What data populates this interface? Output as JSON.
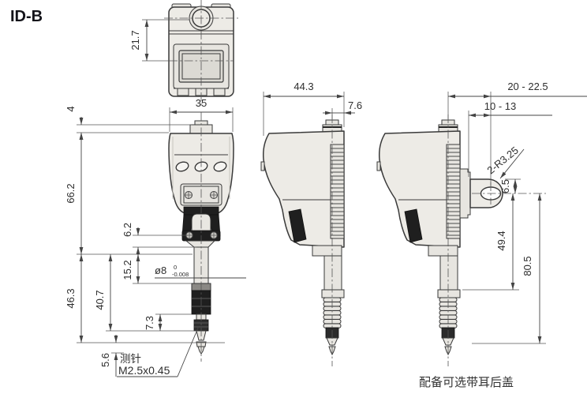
{
  "title": "ID-B",
  "note": "配备可选带耳后盖",
  "labels": {
    "stylus": "测针",
    "stylus_thread": "M2.5x0.45",
    "stem_diameter": "ø8",
    "stem_tol_upper": "0",
    "stem_tol_lower": "-0.008"
  },
  "dimensions": {
    "top_view_height": "21.7",
    "body_width": "35",
    "cap_step": "4",
    "body_height": "66.2",
    "lower_section": "46.3",
    "spindle_section": "40.7",
    "stem_exposed": "15.2",
    "neck": "6.2",
    "tip_section": "7.3",
    "contact_point": "5.6",
    "body_depth": "44.3",
    "axis_to_back": "7.6",
    "lug_outer_range": "20 - 22.5",
    "lug_inner_range": "10 - 13",
    "lug_radius": "2-R3.25",
    "lug_slot": "6.5",
    "hole_to_ring": "49.4",
    "hole_to_tip": "80.5"
  }
}
